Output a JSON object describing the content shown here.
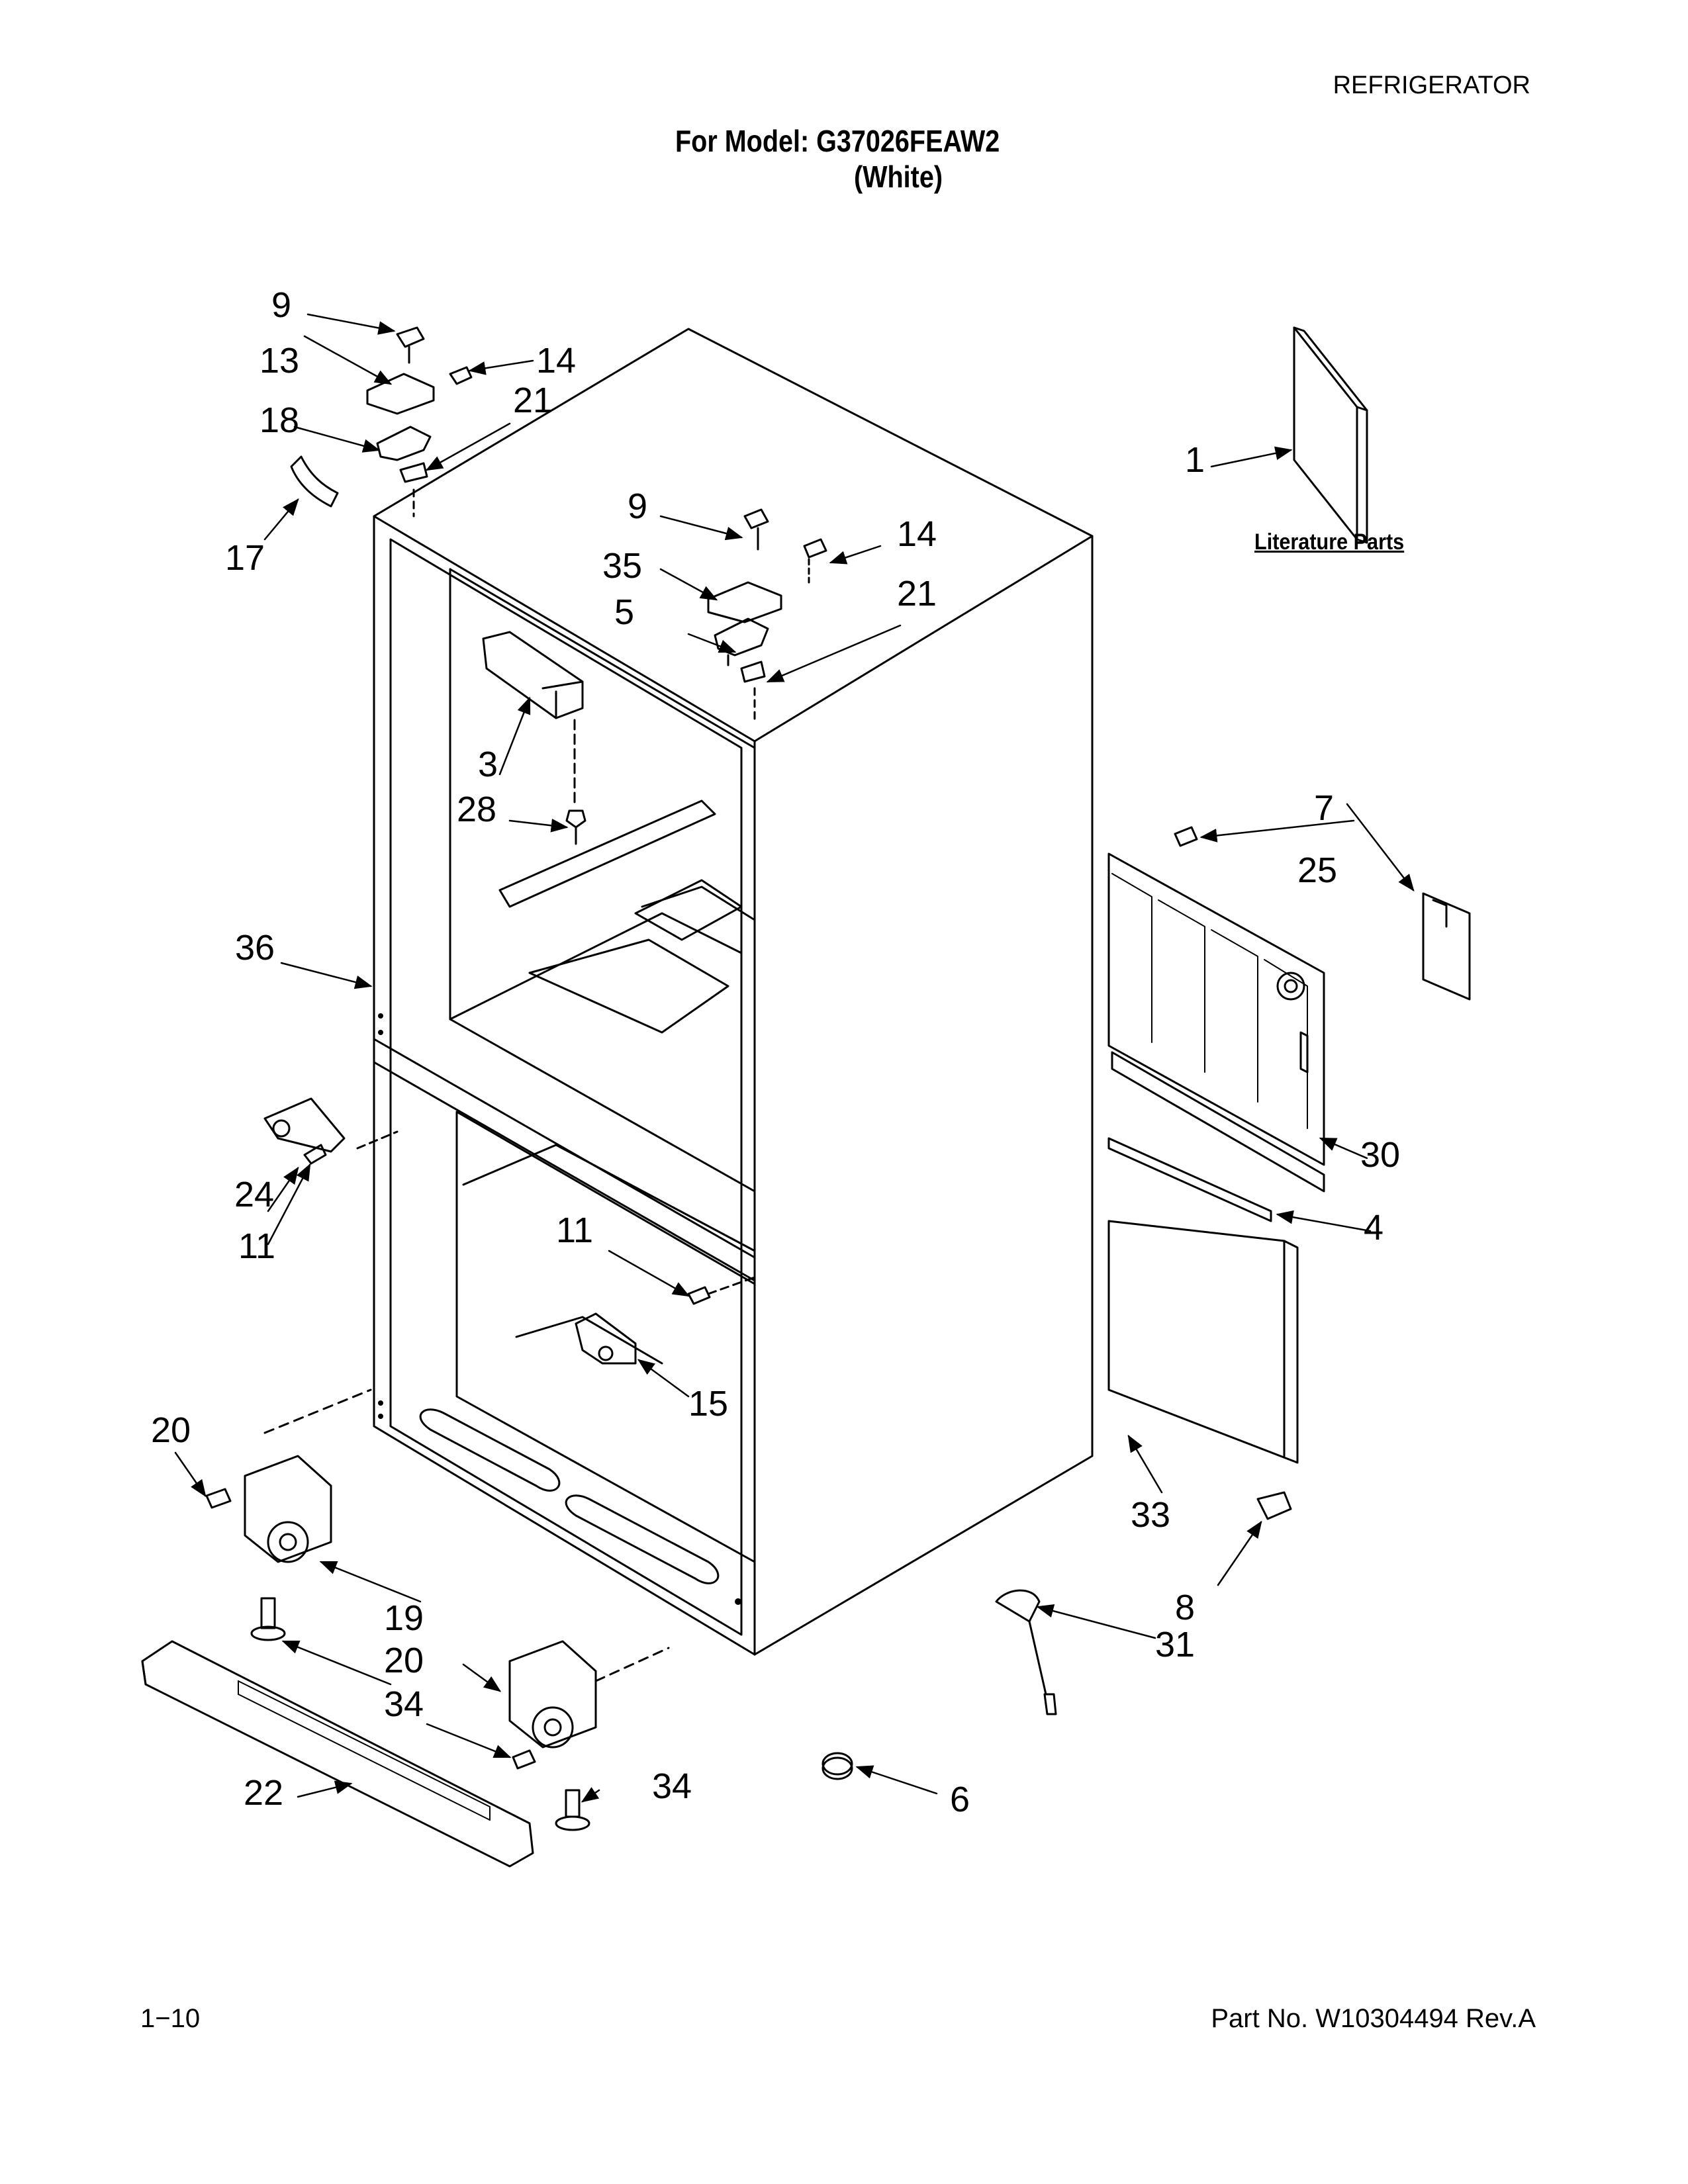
{
  "header": {
    "category": "REFRIGERATOR",
    "model_line": "For Model: G37026FEAW2",
    "color_line": "(White)"
  },
  "literature": {
    "label": "Literature Parts"
  },
  "footer": {
    "page": "1−10",
    "part_no": "Part No. W10304494 Rev.A"
  },
  "callouts": {
    "c9a": "9",
    "c13": "13",
    "c14a": "14",
    "c18": "18",
    "c21a": "21",
    "c17": "17",
    "c1": "1",
    "c9b": "9",
    "c14b": "14",
    "c35": "35",
    "c21b": "21",
    "c5": "5",
    "c3": "3",
    "c28": "28",
    "c7": "7",
    "c25": "25",
    "c36": "36",
    "c30": "30",
    "c24": "24",
    "c11a": "11",
    "c11b": "11",
    "c4": "4",
    "c15": "15",
    "c20a": "20",
    "c33": "33",
    "c19": "19",
    "c20b": "20",
    "c8": "8",
    "c34a": "34",
    "c31": "31",
    "c22": "22",
    "c34b": "34",
    "c6": "6"
  }
}
